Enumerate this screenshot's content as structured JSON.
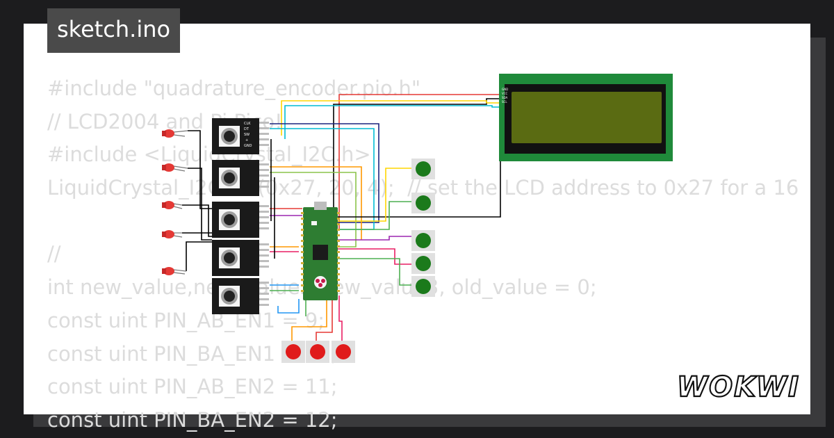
{
  "title": "sketch.ino",
  "code_lines": [
    "#include \"quadrature_encoder.pio.h\"",
    "// LCD2004 and Pi Pico!",
    "#include <LiquidCrystal_I2C.h>",
    "LiquidCrystal_I2C lcd(0x27, 20, 4);  // set the LCD address to 0x27 for a 16",
    "",
    "//",
    "int new_value,new_value2,new_value3, old_value = 0;",
    "const uint PIN_AB_EN1 = 9;",
    "const uint PIN_BA_EN1 = 10;",
    "const uint PIN_AB_EN2 = 11;",
    "const uint PIN_BA_EN2 = 12;"
  ],
  "logo_text": "WOKWI",
  "encoder_pins": [
    "CLK",
    "DT",
    "SW",
    "+",
    "GND"
  ],
  "lcd_pins": [
    "GND",
    "VCC",
    "SDA",
    "SCL"
  ],
  "colors": {
    "background": "#1c1c1e",
    "card": "#ffffff",
    "tab": "#4a4a4a",
    "pico_board": "#2e7d32",
    "lcd_frame": "#1f8a3a",
    "lcd_screen": "#5a6b12",
    "button_green": "#1b7a1b",
    "button_red": "#e01b1b",
    "led_red": "#e53935"
  },
  "icons": [
    "raspberry-pi-logo-icon",
    "usb-connector-icon"
  ]
}
